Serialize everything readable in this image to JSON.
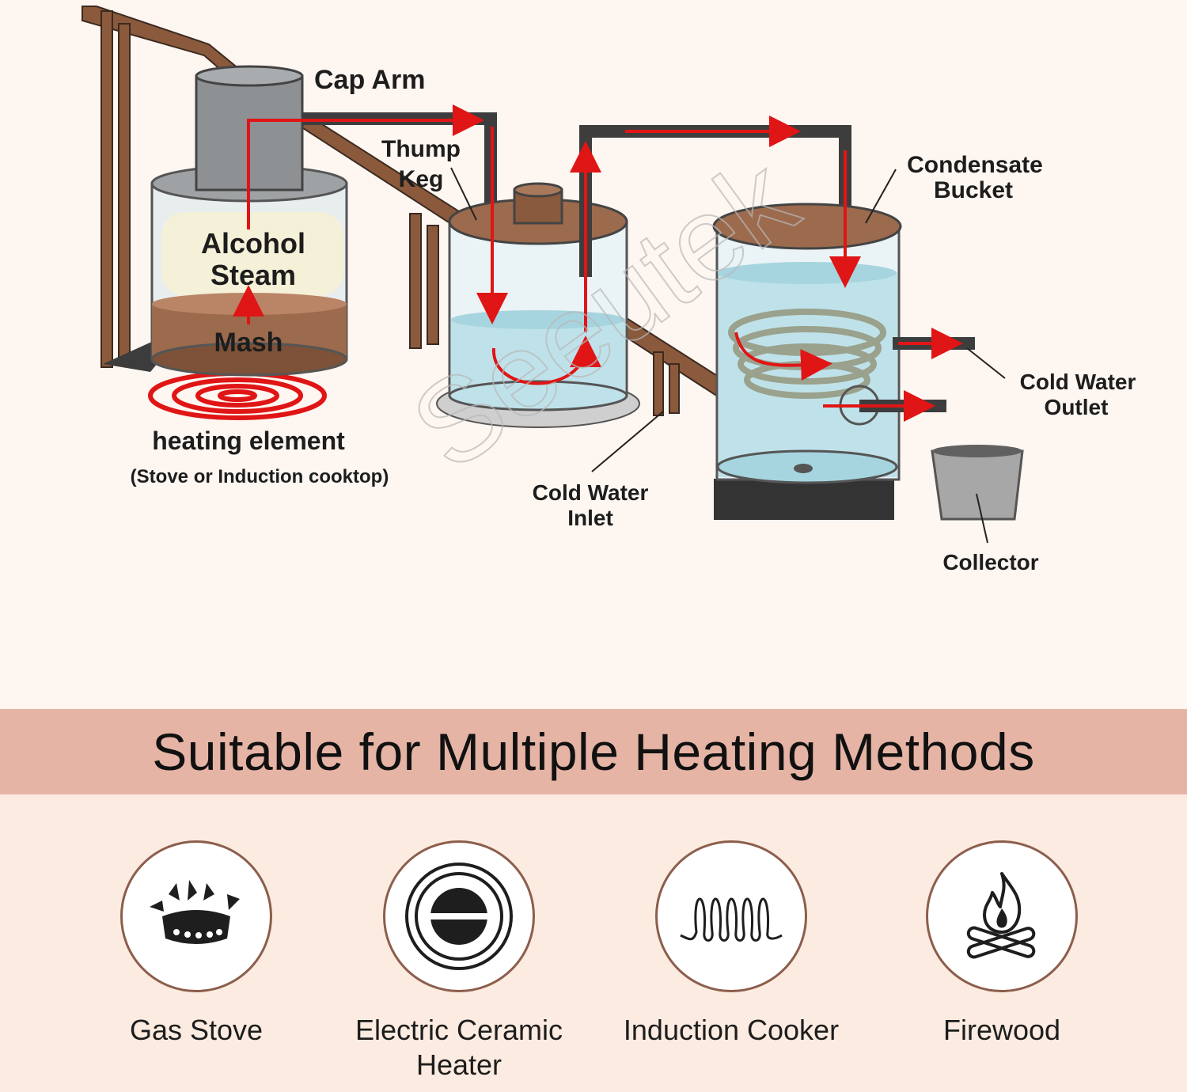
{
  "diagram": {
    "labels": {
      "cap_arm": "Cap Arm",
      "thump_keg_1": "Thump",
      "thump_keg_2": "Keg",
      "alcohol_steam_1": "Alcohol",
      "alcohol_steam_2": "Steam",
      "mash": "Mash",
      "heating_element": "heating element",
      "heating_element_note": "(Stove or Induction cooktop)",
      "condensate_bucket_1": "Condensate",
      "condensate_bucket_2": "Bucket",
      "cold_water_outlet_1": "Cold Water",
      "cold_water_outlet_2": "Outlet",
      "cold_water_inlet_1": "Cold Water",
      "cold_water_inlet_2": "Inlet",
      "collector": "Collector"
    },
    "watermark": "Seeutek"
  },
  "banner": {
    "title": "Suitable for Multiple Heating Methods"
  },
  "methods": [
    {
      "label": "Gas Stove",
      "icon": "gas-burner-icon"
    },
    {
      "label_1": "Electric Ceramic",
      "label_2": "Heater",
      "icon": "ceramic-plate-icon"
    },
    {
      "label": "Induction Cooker",
      "icon": "coil-icon"
    },
    {
      "label": "Firewood",
      "icon": "campfire-icon"
    }
  ],
  "colors": {
    "background": "#fdf6f1",
    "banner": "#e6b4a5",
    "methods_background": "#fcebe0",
    "copper": "#9c6a4d",
    "flow_arrow": "#e01515"
  }
}
